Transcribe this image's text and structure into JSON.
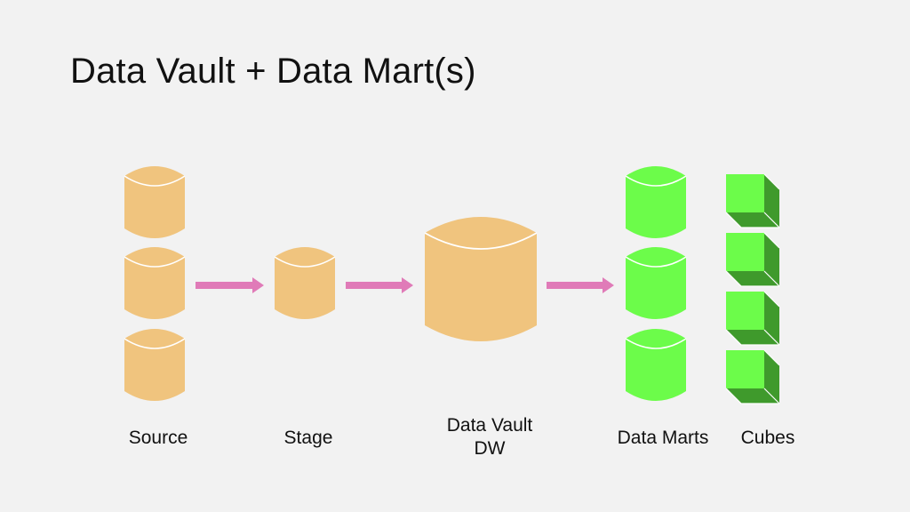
{
  "slide": {
    "title": "Data Vault + Data Mart(s)"
  },
  "labels": {
    "source": "Source",
    "stage": "Stage",
    "dv_line1": "Data Vault",
    "dv_line2": "DW",
    "marts": "Data Marts",
    "cubes": "Cubes"
  },
  "colors": {
    "background": "#f2f2f2",
    "db_tan": "#f0c47e",
    "db_green": "#6cfc4a",
    "cube_front": "#6cfc4a",
    "cube_side": "#3f9a2c",
    "arrow": "#e07bb8"
  }
}
